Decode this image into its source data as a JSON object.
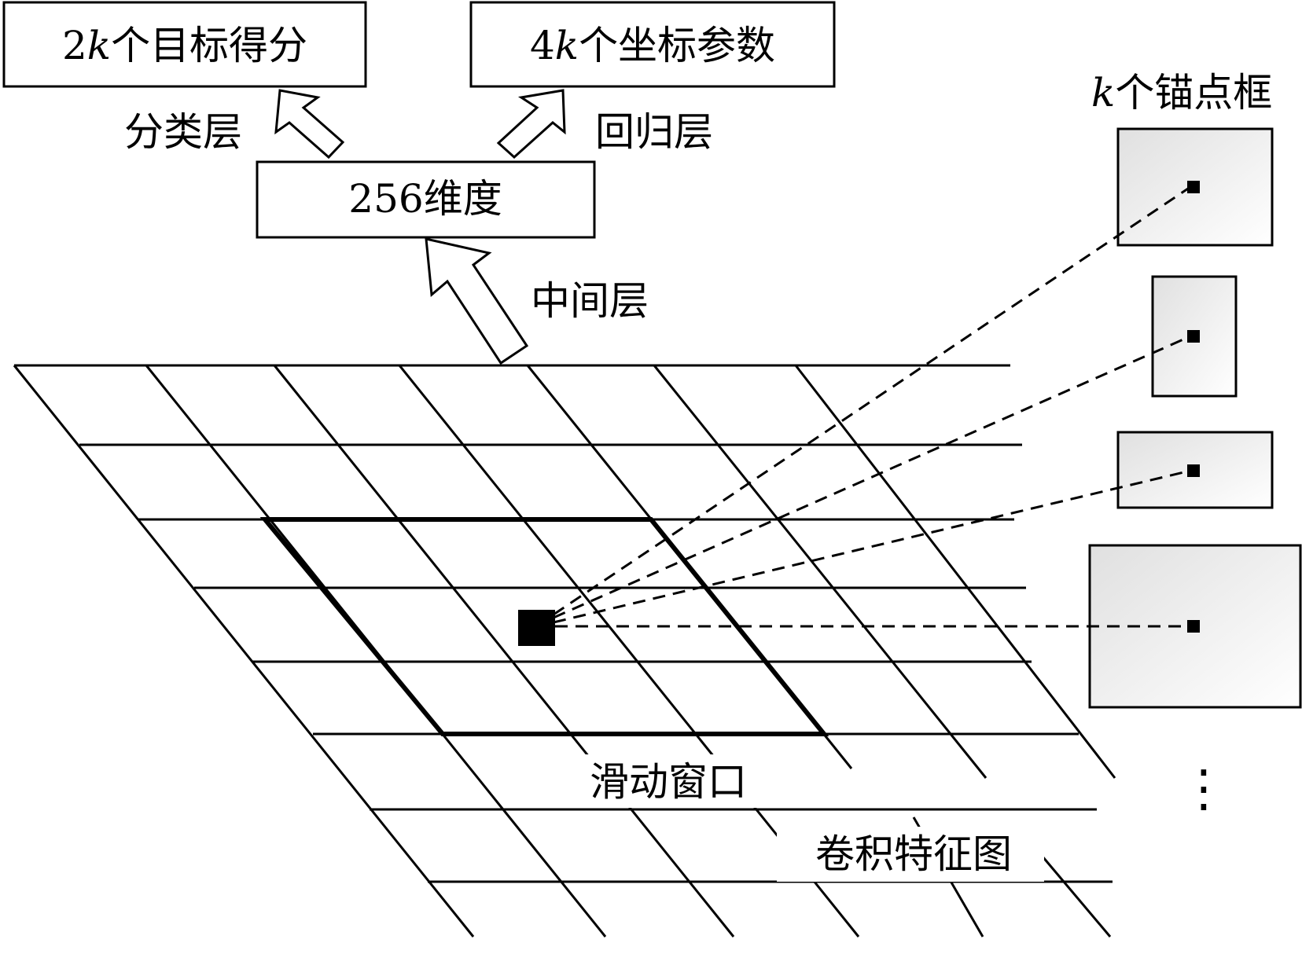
{
  "boxes": {
    "scores": {
      "prefix": "2",
      "var": "k",
      "suffix": "个目标得分"
    },
    "coords": {
      "prefix": "4",
      "var": "k",
      "suffix": "个坐标参数"
    },
    "dim": {
      "text": "256维度"
    }
  },
  "labels": {
    "classification": "分类层",
    "regression": "回归层",
    "intermediate": "中间层",
    "sliding_window": "滑动窗口",
    "feature_map": "卷积特征图",
    "ellipsis": "⋮"
  },
  "anchors": {
    "var": "k",
    "suffix": "个锚点框"
  }
}
